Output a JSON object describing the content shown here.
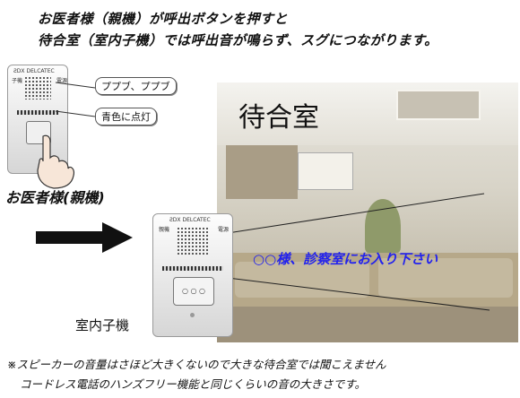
{
  "headline": {
    "line1": "お医者様（親機）が呼出ボタンを押すと",
    "line2": "待合室（室内子機）では呼出音が鳴らず、スグにつながります。"
  },
  "parent_unit": {
    "brand": "ƧDX DELCATEC",
    "label_left": "子機",
    "label_right": "電源",
    "callout_sound": "ププブ、ププブ",
    "callout_light": "青色に点灯",
    "caption": "お医者様(親機)"
  },
  "child_unit": {
    "brand": "ƧDX DELCATEC",
    "label_left": "親機",
    "label_right": "電源",
    "caption": "室内子機"
  },
  "scene": {
    "title": "待合室",
    "announcement": "○○様、診察室にお入り下さい"
  },
  "notes": {
    "line1": "※スピーカーの音量はさほど大きくないので大きな待合室では聞こえません",
    "line2": "コードレス電話のハンズフリー機能と同じくらいの音の大きさです。"
  }
}
